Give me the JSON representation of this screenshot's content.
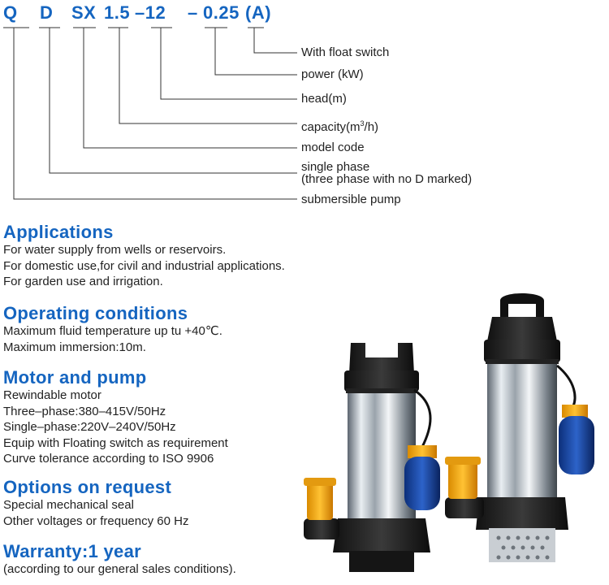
{
  "model": {
    "parts": [
      "Q",
      "D",
      "SX",
      "1.5",
      "–12",
      "–",
      "0.25",
      "(A)"
    ]
  },
  "legend": [
    {
      "text": "With float switch"
    },
    {
      "text": "power (kW)"
    },
    {
      "text": "head(m)"
    },
    {
      "text": "capacity(m",
      "sup": "3",
      "tail": "/h)"
    },
    {
      "text": "model code"
    },
    {
      "text": "single phase",
      "text2": "(three phase with no D marked)"
    },
    {
      "text": "submersible pump"
    }
  ],
  "sections": [
    {
      "heading": "Applications",
      "lines": [
        "For water supply from wells or reservoirs.",
        "For domestic use,for civil and industrial applications.",
        "For garden use and irrigation."
      ]
    },
    {
      "heading": "Operating conditions",
      "lines": [
        "Maximum fluid temperature up tu +40℃.",
        "Maximum immersion:10m."
      ]
    },
    {
      "heading": "Motor and pump",
      "lines": [
        "Rewindable motor",
        "Three–phase:380–415V/50Hz",
        "Single–phase:220V–240V/50Hz",
        "Equip with Floating switch as requirement",
        "Curve tolerance according to ISO 9906"
      ]
    },
    {
      "heading": "Options on request",
      "lines": [
        "Special mechanical seal",
        "Other voltages or frequency 60 Hz"
      ]
    },
    {
      "heading": "Warranty:1 year",
      "lines": [
        "(according to our general sales conditions)."
      ]
    }
  ],
  "colors": {
    "heading": "#1565c0",
    "text": "#222222",
    "lines": "#333333"
  }
}
